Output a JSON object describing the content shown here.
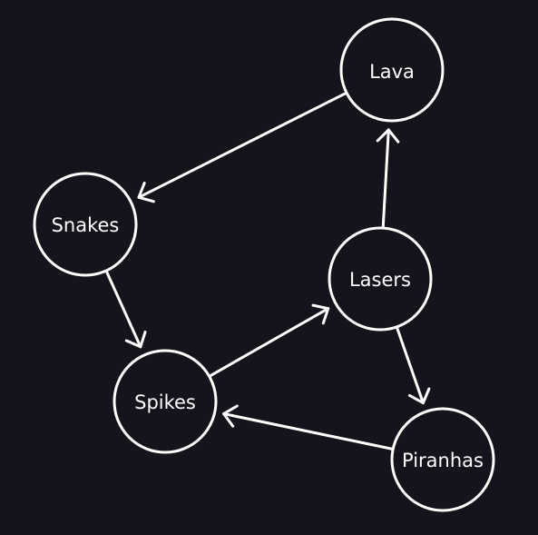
{
  "diagram": {
    "nodes": [
      {
        "id": "lava",
        "label": "Lava"
      },
      {
        "id": "snakes",
        "label": "Snakes"
      },
      {
        "id": "lasers",
        "label": "Lasers"
      },
      {
        "id": "spikes",
        "label": "Spikes"
      },
      {
        "id": "piranhas",
        "label": "Piranhas"
      }
    ],
    "edges": [
      {
        "from": "lava",
        "to": "snakes"
      },
      {
        "from": "snakes",
        "to": "spikes"
      },
      {
        "from": "spikes",
        "to": "lasers"
      },
      {
        "from": "lasers",
        "to": "lava"
      },
      {
        "from": "lasers",
        "to": "piranhas"
      },
      {
        "from": "piranhas",
        "to": "spikes"
      }
    ],
    "colors": {
      "background": "#15141d",
      "stroke": "#ffffff",
      "text": "#ffffff"
    }
  }
}
